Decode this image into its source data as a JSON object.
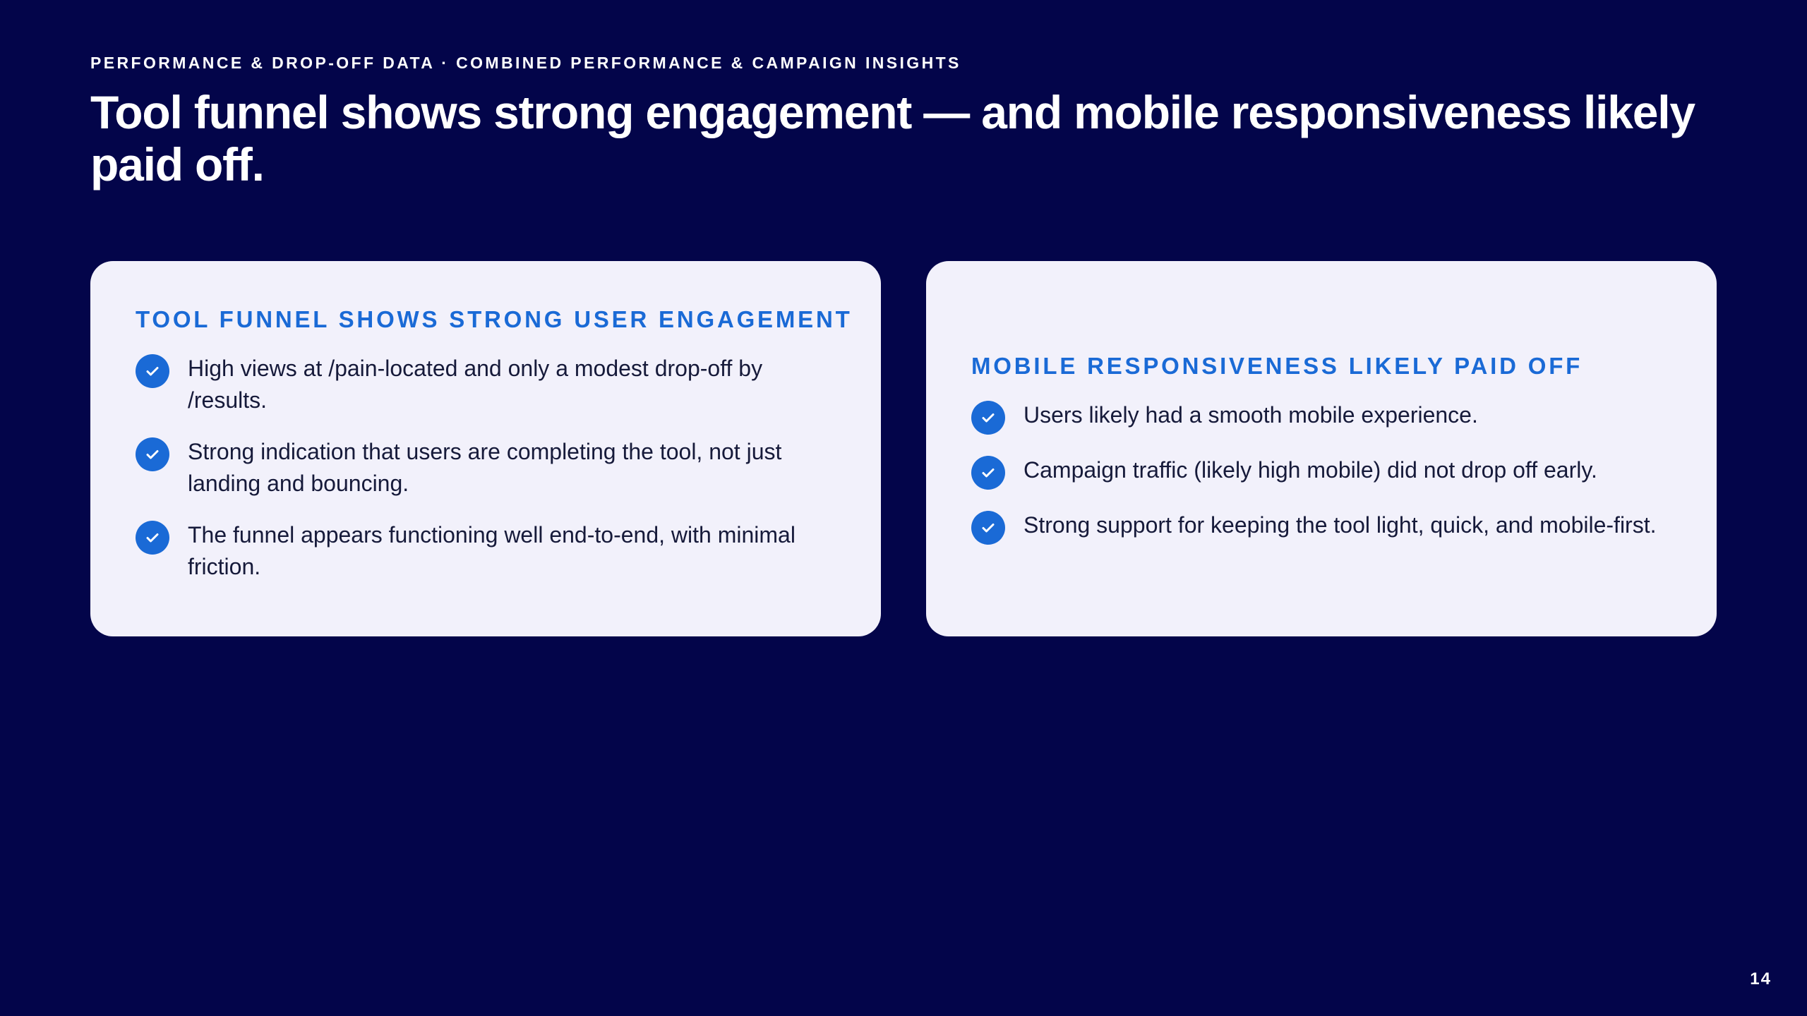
{
  "header": {
    "eyebrow": "PERFORMANCE & DROP-OFF DATA · COMBINED PERFORMANCE & CAMPAIGN INSIGHTS",
    "headline": "Tool funnel shows strong engagement — and mobile responsiveness likely paid off."
  },
  "cards": [
    {
      "title": "TOOL FUNNEL SHOWS STRONG USER ENGAGEMENT",
      "bullets": [
        "High views at /pain-located and only a modest drop-off by /results.",
        "Strong indication that users are completing the tool, not just landing and bouncing.",
        "The funnel appears functioning well end-to-end, with minimal friction."
      ]
    },
    {
      "title": "MOBILE RESPONSIVENESS LIKELY PAID OFF",
      "bullets": [
        "Users likely had a smooth mobile experience.",
        "Campaign traffic (likely high mobile) did not drop off early.",
        "Strong support for keeping the tool light, quick, and mobile-first."
      ]
    }
  ],
  "icons": {
    "bullet_icon": "check-circle-icon"
  },
  "colors": {
    "background": "#03054a",
    "card": "#f2f1fb",
    "accent": "#1a6ad6",
    "body_text": "#161a3a"
  },
  "footer": {
    "page_number": "14"
  }
}
